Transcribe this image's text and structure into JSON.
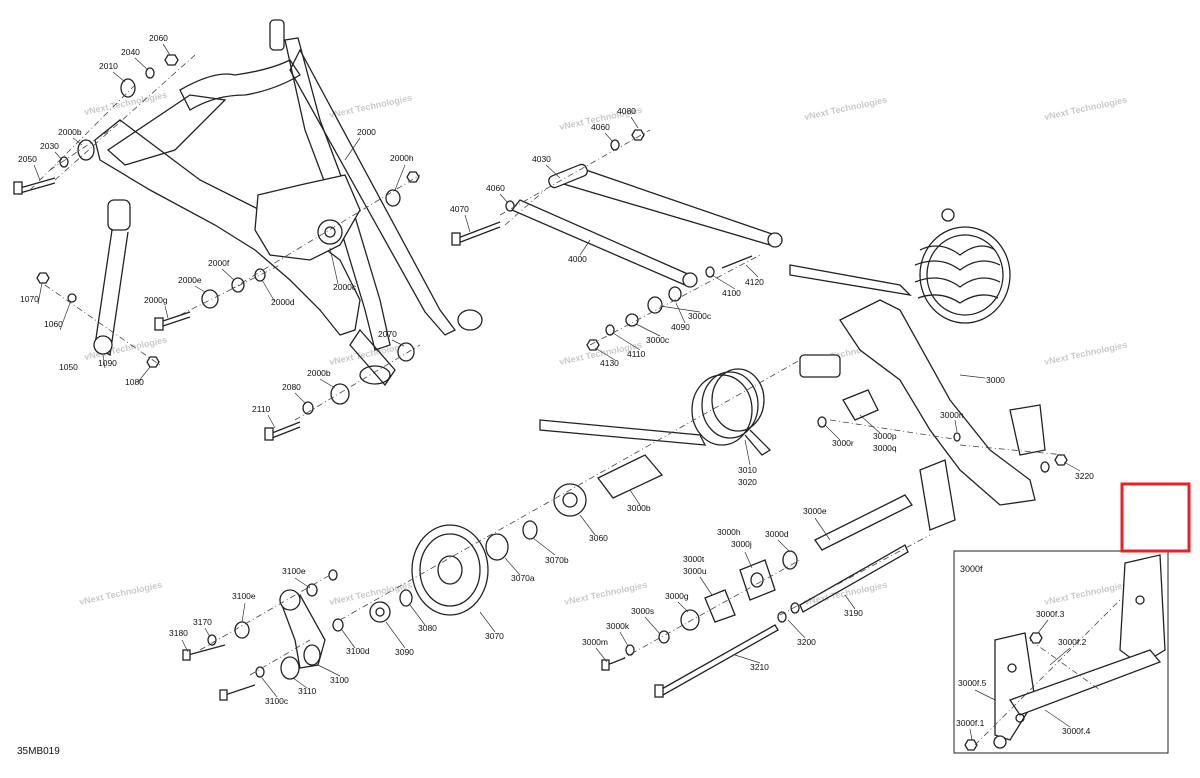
{
  "diagram_code": "35MB019",
  "watermark": "vNext Technologies",
  "highlight_color": "#e8202a",
  "inset": {
    "title": "3000f"
  },
  "labels": {
    "p2060": "2060",
    "p2040": "2040",
    "p2010": "2010",
    "p2030": "2030",
    "p2000b": "2000b",
    "p2050": "2050",
    "p2000": "2000",
    "p2000h": "2000h",
    "p1070": "1070",
    "p1060": "1060",
    "p2000g": "2000g",
    "p2000e": "2000e",
    "p2000f": "2000f",
    "p2000d": "2000d",
    "p2000c": "2000c",
    "p2070": "2070",
    "p2000b2": "2000b",
    "p2080": "2080",
    "p2110": "2110",
    "p1050": "1050",
    "p1080": "1080",
    "p1090": "1090",
    "p4080": "4080",
    "p4060a": "4060",
    "p4030": "4030",
    "p4060b": "4060",
    "p4070": "4070",
    "p4000": "4000",
    "p4120": "4120",
    "p4100": "4100",
    "p4090": "4090",
    "p3000c1": "3000c",
    "p3000c2": "3000c",
    "p4110": "4110",
    "p4130": "4130",
    "p3000": "3000",
    "p3000n": "3000n",
    "p3000r": "3000r",
    "p3000p": "3000p",
    "p3000q": "3000q",
    "p3220": "3220",
    "p3010": "3010",
    "p3020": "3020",
    "p3000b": "3000b",
    "p3060": "3060",
    "p3070b": "3070b",
    "p3070a": "3070a",
    "p3070": "3070",
    "p3080": "3080",
    "p3090": "3090",
    "p3100d": "3100d",
    "p3100": "3100",
    "p3110": "3110",
    "p3100c": "3100c",
    "p3100e1": "3100e",
    "p3100e2": "3100e",
    "p3170": "3170",
    "p3180": "3180",
    "p3000e": "3000e",
    "p3000d": "3000d",
    "p3000h": "3000h",
    "p3000j": "3000j",
    "p3000t": "3000t",
    "p3000u": "3000u",
    "p3000g": "3000g",
    "p3000s": "3000s",
    "p3000k": "3000k",
    "p3000m": "3000m",
    "p3190": "3190",
    "p3200": "3200",
    "p3210": "3210",
    "pf3": "3000f.3",
    "pf2": "3000f.2",
    "pf5": "3000f.5",
    "pf1": "3000f.1",
    "pf4": "3000f.4"
  }
}
